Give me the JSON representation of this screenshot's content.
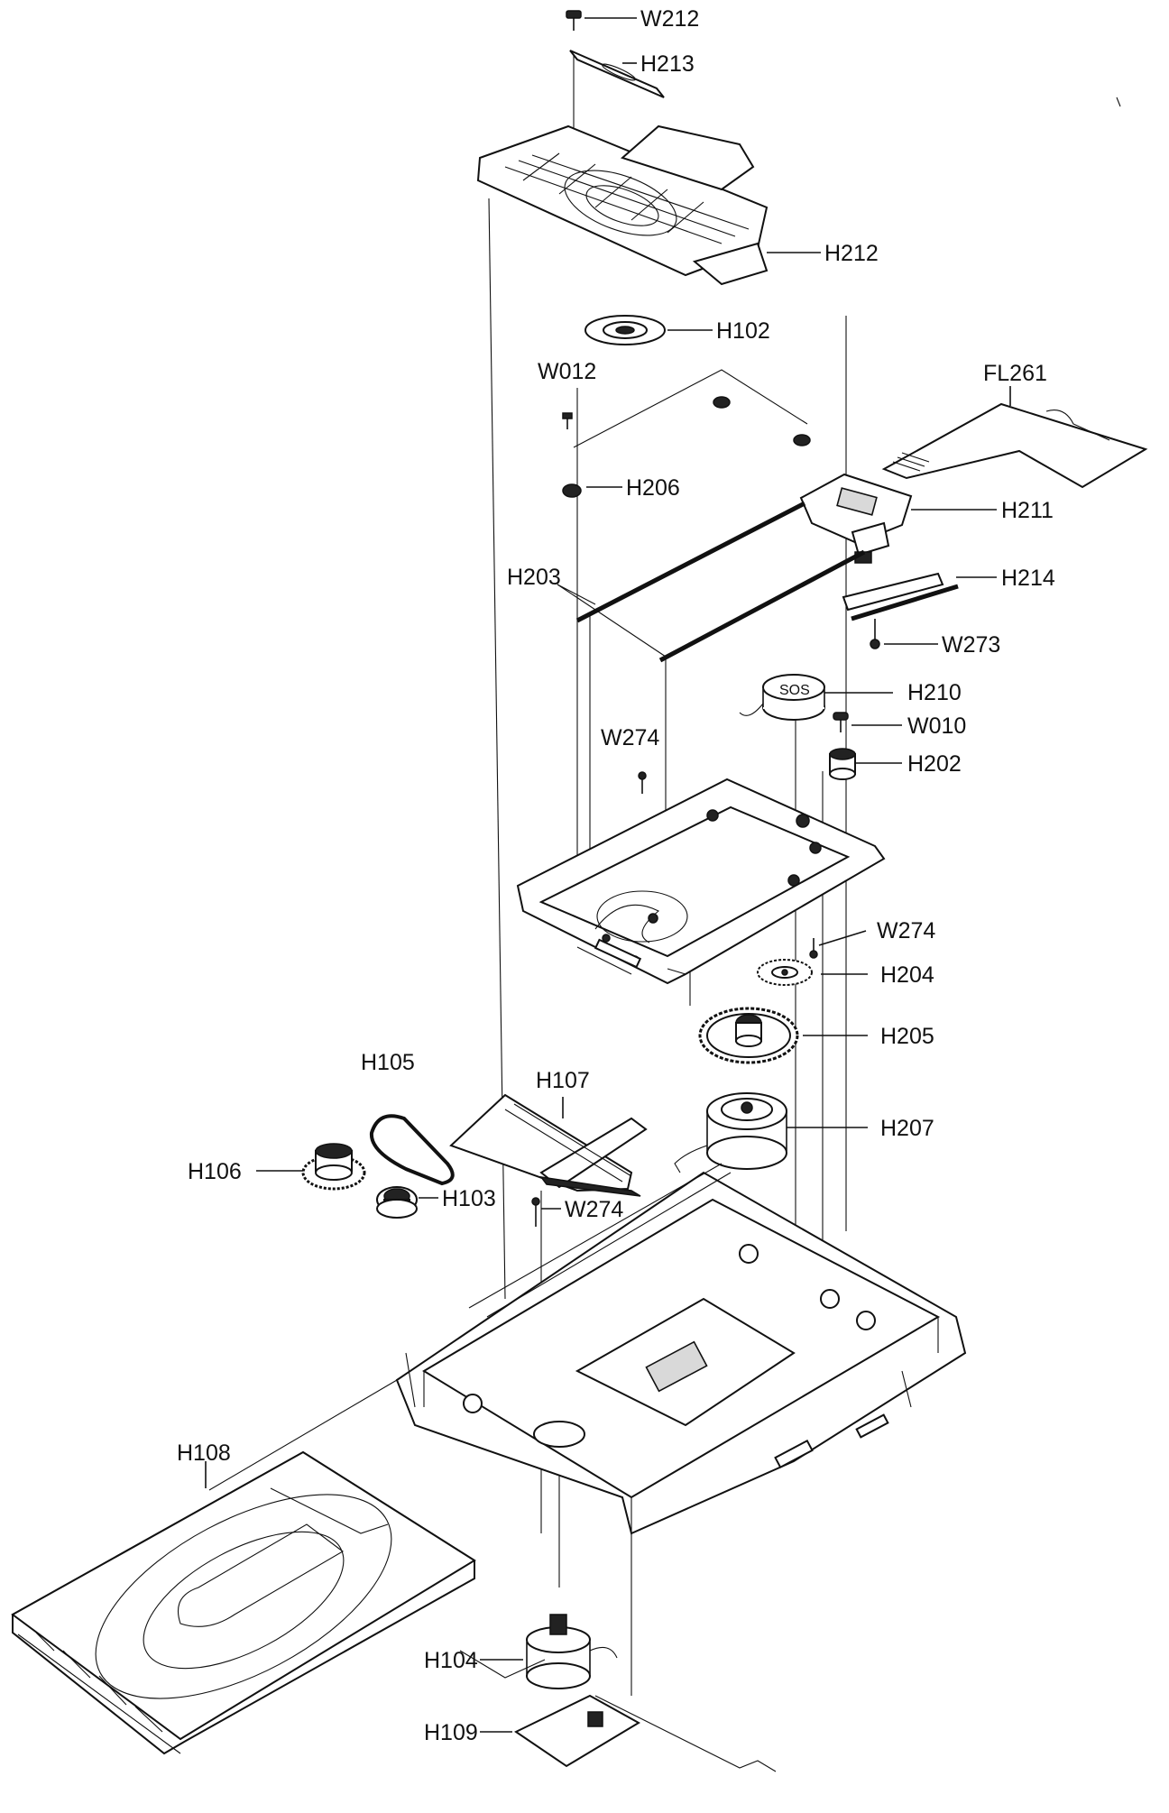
{
  "labels": {
    "W212": "W212",
    "H213": "H213",
    "H212": "H212",
    "H102": "H102",
    "W012": "W012",
    "FL261": "FL261",
    "H206": "H206",
    "H211": "H211",
    "H203": "H203",
    "H214": "H214",
    "W273": "W273",
    "H210": "H210",
    "W274_upper": "W274",
    "W010": "W010",
    "H202": "H202",
    "W274_right": "W274",
    "H204": "H204",
    "H205": "H205",
    "H105": "H105",
    "H107": "H107",
    "H207": "H207",
    "H106": "H106",
    "H103": "H103",
    "W274_lower": "W274",
    "H108": "H108",
    "H104": "H104",
    "H109": "H109"
  }
}
